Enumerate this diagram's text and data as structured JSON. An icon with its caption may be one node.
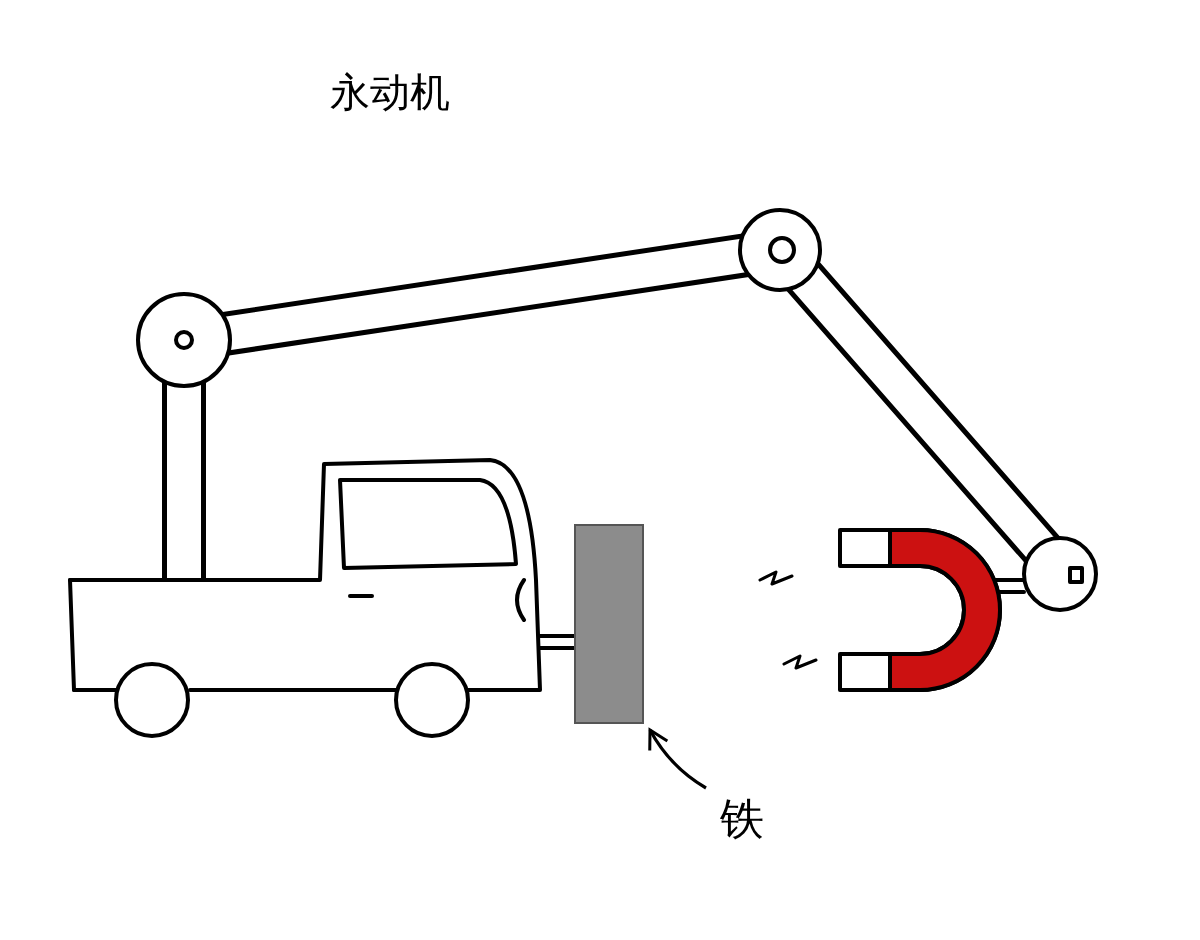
{
  "diagram": {
    "title": "永动机",
    "nodes": [
      {
        "text": [
          "铁"
        ]
      },
      {
        "text": [],
        "shape": "box"
      }
    ],
    "edges": [
      {
        "from": 0,
        "to": 1,
        "arrow": "to"
      }
    ]
  }
}
